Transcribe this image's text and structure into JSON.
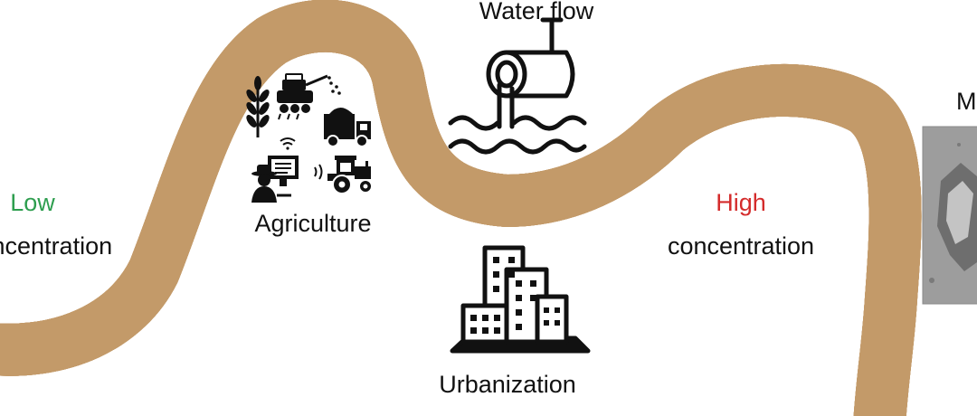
{
  "labels": {
    "water_flow": "Water flow",
    "agriculture": "Agriculture",
    "urbanization": "Urbanization",
    "low_word": "Low",
    "low_concentration": "concentration",
    "high_word": "High",
    "high_concentration": "concentration",
    "right_partial": "M"
  },
  "icons": {
    "wheat": "wheat-icon",
    "harvester": "harvester-icon",
    "dump_truck": "dump-truck-icon",
    "farmer_computer": "farmer-computer-icon",
    "tractor": "tractor-icon",
    "pipe": "discharge-pipe-icon",
    "buildings": "city-buildings-icon"
  },
  "colors": {
    "river_fill": "#efeac0",
    "river_edge": "#c39a69",
    "low": "#2e9e4f",
    "high": "#d42b2b"
  }
}
